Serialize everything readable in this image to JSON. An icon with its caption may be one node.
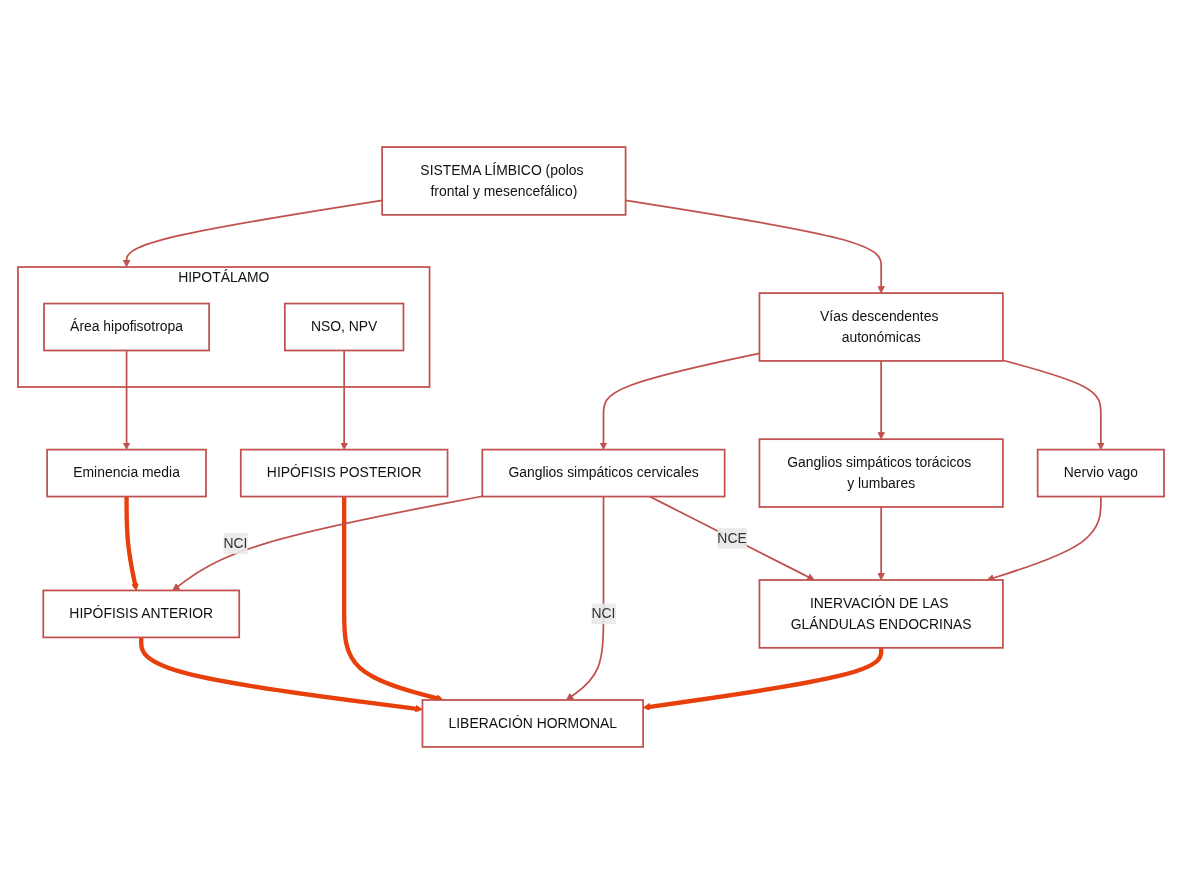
{
  "diagram": {
    "nodes": [
      {
        "text": [
          "SISTEMA LÍMBICO (polos frontal y mesencefálico)"
        ]
      },
      {
        "text": [
          "Vías descendentes autonómicas"
        ]
      },
      {
        "text": [
          "HIPOTÁLAMO"
        ]
      },
      {
        "text": [
          "Área hipofisotropa"
        ],
        "in": 2
      },
      {
        "text": [
          "NSO, NPV"
        ],
        "in": 2
      },
      {
        "text": [
          "Ganglios simpáticos cervicales"
        ]
      },
      {
        "text": [
          "Eminencia media"
        ]
      },
      {
        "text": [
          "Ganglios simpáticos torácicos y lumbares"
        ]
      },
      {
        "text": [
          "HIPÓFISIS ANTERIOR"
        ]
      },
      {
        "text": [
          "HIPÓFISIS POSTERIOR"
        ]
      },
      {
        "text": [
          "Nervio vago"
        ]
      },
      {
        "text": [
          "LIBERACIÓN HORMONAL"
        ]
      },
      {
        "text": [
          "INERVACIÓN DE LAS GLÁNDULAS ENDOCRINAS"
        ]
      }
    ],
    "edges": [
      {
        "from": 0,
        "to": 2,
        "arrow": "to"
      },
      {
        "from": 3,
        "to": 6,
        "arrow": "to"
      },
      {
        "from": 4,
        "to": 9,
        "arrow": "to"
      },
      {
        "from": 6,
        "to": 8,
        "arrow": "to",
        "style": "thick",
        "color": "#e8400c"
      },
      {
        "from": 8,
        "to": 11,
        "arrow": "to",
        "style": "thick",
        "color": "#e8400c"
      },
      {
        "from": 9,
        "to": 11,
        "arrow": "to",
        "style": "thick",
        "color": "#e8400c"
      },
      {
        "from": 0,
        "to": 1,
        "arrow": "to"
      },
      {
        "from": 1,
        "to": 5,
        "arrow": "to"
      },
      {
        "from": 1,
        "to": 7,
        "arrow": "to"
      },
      {
        "from": 1,
        "to": 10,
        "arrow": "to"
      },
      {
        "from": 5,
        "to": 8,
        "arrow": "to",
        "label": "NCI"
      },
      {
        "from": 5,
        "to": 11,
        "arrow": "to",
        "label": "NCI"
      },
      {
        "from": 5,
        "to": 12,
        "arrow": "to",
        "label": "NCE"
      },
      {
        "from": 7,
        "to": 12,
        "arrow": "to"
      },
      {
        "from": 10,
        "to": 12,
        "arrow": "to"
      },
      {
        "from": 12,
        "to": 11,
        "arrow": "to",
        "style": "thick",
        "color": "#e8400c"
      }
    ]
  }
}
